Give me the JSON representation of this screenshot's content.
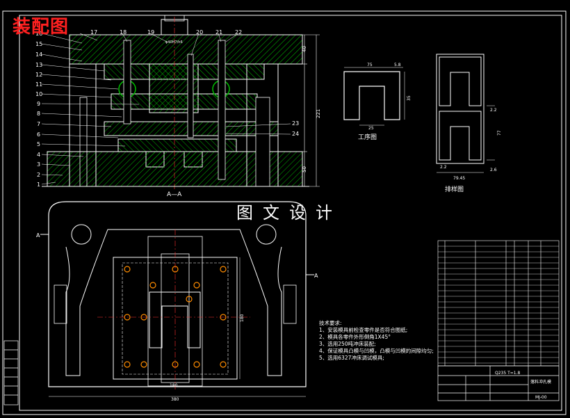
{
  "stamp_title": "装配图",
  "watermark": "图文设计",
  "section_label": "A—A",
  "section_marker": "A",
  "part_numbers": [
    "1",
    "2",
    "3",
    "4",
    "5",
    "6",
    "7",
    "8",
    "9",
    "10",
    "11",
    "12",
    "13",
    "14",
    "15",
    "16",
    "17",
    "18",
    "19",
    "20",
    "21",
    "22",
    "23",
    "24"
  ],
  "dimensions": {
    "height_total": "221",
    "top_plate": "40",
    "bottom_plate": "50",
    "plan_width": "380",
    "plan_inner": "180",
    "plan_height": "180",
    "part_width": "75",
    "part_small": "5.8",
    "part_height": "35",
    "part_inner": "25",
    "strip_width": "79.45",
    "strip_pitch": "77",
    "strip_gap1": "2.2",
    "strip_gap2": "2.2",
    "strip_edge": "2.6",
    "punch_fit": "φ40H7/h6"
  },
  "labels": {
    "process_drawing": "工序图",
    "layout_drawing": "排样图"
  },
  "tech_requirements": {
    "heading": "技术要求:",
    "items": [
      "1、安装模具前检查零件是否符合图纸;",
      "2、模具各零件外形倒角1X45°",
      "3、选用250吨冲床装配;",
      "4、保证模具凸模与凹模，凸模与凹模的间隙均匀;",
      "5、选用6327冲床调试模具;"
    ]
  },
  "title_block": {
    "material": "Q235  T=1.8",
    "name": "落料冲孔模",
    "code": "MJ-00"
  },
  "colors": {
    "background": "#000000",
    "lines": "#ffffff",
    "hatch": "#00c000",
    "stamp": "#ff2020"
  }
}
